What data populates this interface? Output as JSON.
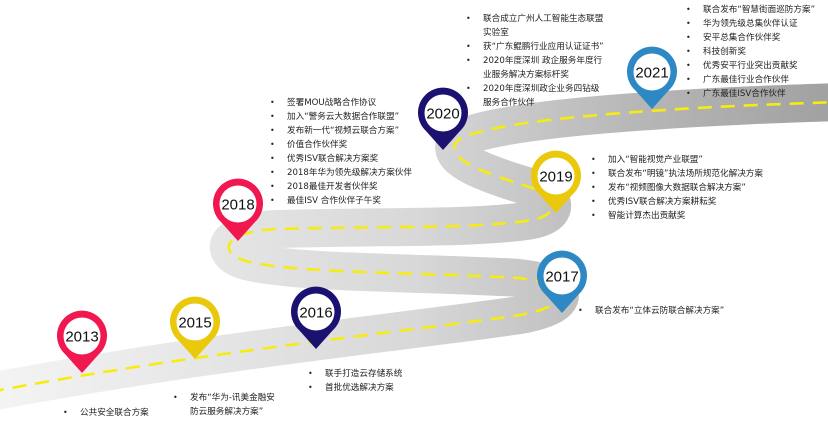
{
  "colors": {
    "red": "#f0184f",
    "yellow": "#eac90c",
    "navy": "#1b1170",
    "blue": "#2e88c4",
    "dash": "#f7ec10"
  },
  "milestones": [
    {
      "year": "2013",
      "color": "#f0184f",
      "items": [
        "公共安全联合方案"
      ]
    },
    {
      "year": "2015",
      "color": "#eac90c",
      "items": [
        "发布“华为-讯美金融安",
        "防云服务解决方案”"
      ]
    },
    {
      "year": "2016",
      "color": "#1b1170",
      "items": [
        "联手打造云存储系统",
        "首批优选解决方案"
      ]
    },
    {
      "year": "2017",
      "color": "#2e88c4",
      "items": [
        "联合发布“立体云防联合解决方案”"
      ]
    },
    {
      "year": "2018",
      "color": "#f0184f",
      "items": [
        "签署MOU战略合作协议",
        "加入“警务云大数据合作联盟”",
        "发布新一代“视频云联合方案”",
        "价值合作伙伴奖",
        "优秀ISV联合解决方案奖",
        "2018年华为领先级解决方案伙伴",
        "2018最佳开发者伙伴奖",
        "最佳ISV 合作伙伴子午奖"
      ]
    },
    {
      "year": "2019",
      "color": "#eac90c",
      "items": [
        "加入“智能视觉产业联盟”",
        "联合发布“明镜”执法场所规范化解决方案",
        "发布“视频图像大数据联合解决方案”",
        "优秀ISV联合解决方案耕耘奖",
        "智能计算杰出贡献奖"
      ]
    },
    {
      "year": "2020",
      "color": "#1b1170",
      "items": [
        "联合成立广州人工智能生态联盟",
        "实验室",
        "获“广东鲲鹏行业应用认证证书”",
        "2020年度深圳 政企服务年度行",
        "业服务解决方案标杆奖",
        "2020年度深圳政企业务四钻级",
        "服务合作伙伴"
      ]
    },
    {
      "year": "2021",
      "color": "#2e88c4",
      "items": [
        "联合发布“智慧街面巡防方案”",
        "华为领先级总集伙伴认证",
        "安平总集合作伙伴奖",
        "科技创新奖",
        "优秀安平行业突出贡献奖",
        "广东最佳行业合作伙伴",
        "广东最佳ISV合作伙伴"
      ]
    }
  ]
}
